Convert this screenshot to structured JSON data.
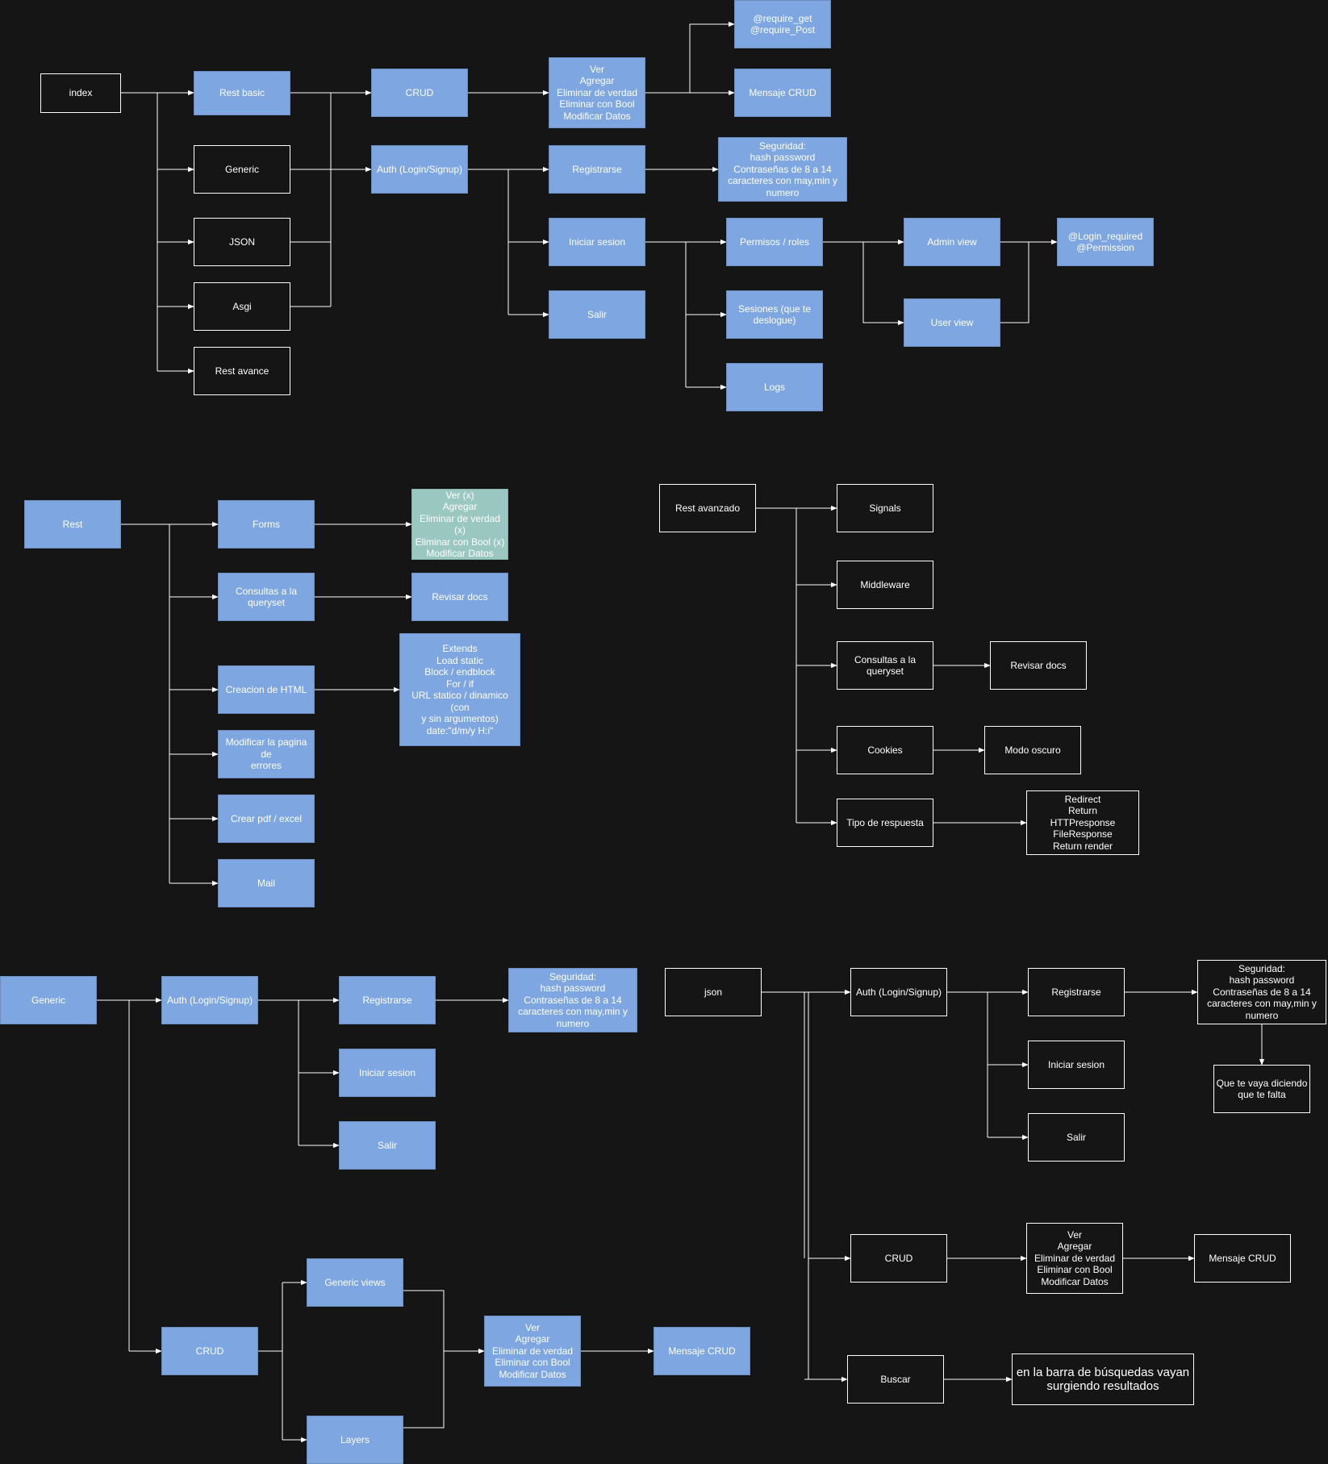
{
  "colors": {
    "background": "#151516",
    "edge": "#ffffff",
    "blue_fill": "#7ea6e0",
    "blue_stroke": "#6c8ebf",
    "green_fill": "#9ac7bf",
    "dark_fill": "#151516",
    "text": "#ffffff"
  },
  "nodes": {
    "index": "index",
    "rest_basic": "Rest basic",
    "generic_top": "Generic",
    "json_top": "JSON",
    "asgi": "Asgi",
    "rest_avance": "Rest avance",
    "crud_top": "CRUD",
    "auth_top": "Auth (Login/Signup)",
    "crud_ops_top": "Ver\nAgregar\nEliminar de verdad\nEliminar con Bool\nModificar Datos",
    "require": "@require_get\n@require_Post",
    "mensaje_crud_top": "Mensaje CRUD",
    "registrarse_top": "Registrarse",
    "seguridad_top": "Seguridad:\nhash password\nContraseñas de 8 a 14\ncaracteres con may,min y\nnumero",
    "iniciar_top": "Iniciar sesion",
    "salir_top": "Salir",
    "permisos": "Permisos / roles",
    "sesiones": "Sesiones (que te\ndeslogue)",
    "logs": "Logs",
    "admin_view": "Admin view",
    "user_view": "User view",
    "login_required": "@Login_required\n@Permission",
    "rest": "Rest",
    "forms": "Forms",
    "forms_ops": "Ver (x)\nAgregar\nEliminar de verdad (x)\nEliminar con Bool (x)\nModificar Datos",
    "consultas_rest": "Consultas a la\nqueryset",
    "revisar_docs_rest": "Revisar docs",
    "creacion_html": "Creacion de HTML",
    "html_items": "Extends\nLoad static\nBlock / endblock\nFor / if\nURL statico / dinamico (con\ny sin argumentos)\ndate:\"d/m/y H:i\"",
    "modificar_pagina": "Modificar la pagina de\nerrores",
    "crear_pdf": "Crear pdf / excel",
    "mail": "Mail",
    "rest_avanzado": "Rest avanzado",
    "signals": "Signals",
    "middleware": "Middleware",
    "consultas_adv": "Consultas a la\nqueryset",
    "revisar_docs_adv": "Revisar docs",
    "cookies": "Cookies",
    "modo_oscuro": "Modo oscuro",
    "tipo_respuesta": "Tipo de respuesta",
    "respuestas": "Redirect\nReturn\nHTTPresponse\nFileResponse\nReturn render",
    "generic_bottom": "Generic",
    "auth_generic": "Auth (Login/Signup)",
    "registrarse_generic": "Registrarse",
    "seguridad_generic": "Seguridad:\nhash password\nContraseñas de 8 a 14\ncaracteres con may,min y\nnumero",
    "iniciar_generic": "Iniciar sesion",
    "salir_generic": "Salir",
    "crud_generic": "CRUD",
    "generic_views": "Generic views",
    "layers": "Layers",
    "crud_ops_generic": "Ver\nAgregar\nEliminar de verdad\nEliminar con Bool\nModificar Datos",
    "mensaje_crud_generic": "Mensaje CRUD",
    "json_bottom": "json",
    "auth_json": "Auth (Login/Signup)",
    "registrarse_json": "Registrarse",
    "seguridad_json": "Seguridad:\nhash password\nContraseñas de 8 a 14\ncaracteres con may,min y\nnumero",
    "que_te_vaya": "Que te vaya diciendo\nque te falta",
    "iniciar_json": "Iniciar sesion",
    "salir_json": "Salir",
    "crud_json": "CRUD",
    "crud_ops_json": "Ver\nAgregar\nEliminar de verdad\nEliminar con Bool\nModificar Datos",
    "mensaje_crud_json": "Mensaje CRUD",
    "buscar": "Buscar",
    "busqueda_resultados": "en la barra de búsquedas vayan\nsurgiendo resultados"
  }
}
